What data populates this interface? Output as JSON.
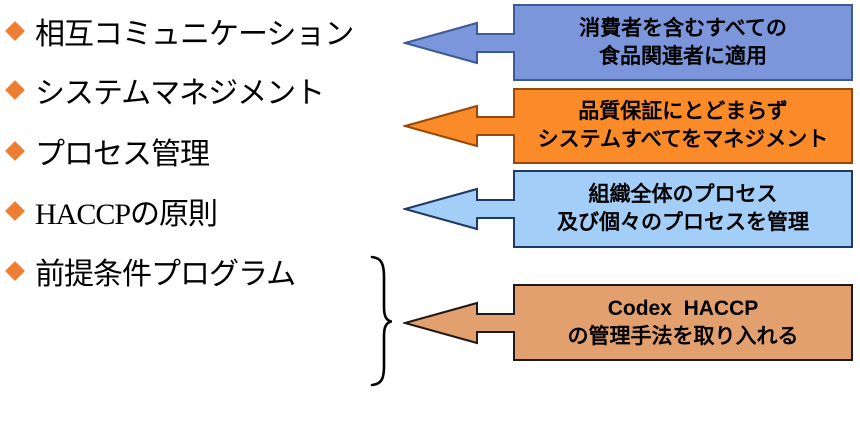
{
  "left_list": {
    "bullet_color": "#ED7D31",
    "items": [
      {
        "label": "相互コミュニケーション"
      },
      {
        "label": "システムマネジメント"
      },
      {
        "label": "プロセス管理"
      },
      {
        "label": "HACCPの原則"
      },
      {
        "label": "前提条件プログラム"
      }
    ]
  },
  "brace_color": "#000000",
  "callouts": [
    {
      "line1": "消費者を含むすべての",
      "line2": "食品関連者に適用",
      "fill": "#7C96DB",
      "border": "#3D5A97"
    },
    {
      "line1": "品質保証にとどまらず",
      "line2": "システムすべてをマネジメント",
      "fill": "#FB8A28",
      "border": "#974806"
    },
    {
      "line1": "組織全体のプロセス",
      "line2": "及び個々のプロセスを管理",
      "fill": "#A3CEF8",
      "border": "#1F3864"
    },
    {
      "line1": "Codex  HACCP",
      "line2": "の管理手法を取り入れる",
      "fill": "#E3A06F",
      "border": "#1F1A17"
    }
  ]
}
